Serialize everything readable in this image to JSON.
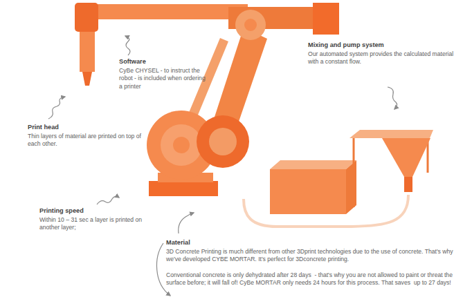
{
  "diagram": {
    "labels": [
      "Software",
      "CyBe CHYSEL - to instruct the robot - is included when ordering a printer",
      "Mixing and pump system",
      "Our automated system provides the calculated material with a constant flow.",
      "Print head",
      "Thin layers of material are printed on top of each other.",
      "Printing speed",
      "Within 10 – 31 sec a layer is printed on another layer;",
      "Material",
      "3D Concrete Printing is much different from other 3Dprint technologies due to the use of concrete. That's why we've developed CYBE MORTAR. It's perfect for 3Dconcrete printing.",
      "Conventional concrete is only dehydrated after 28 days  - that's why you are not allowed to paint or threat the surface before; it will fall of! CyBe MORTAR only needs 24 hours for this process. That saves  up to 27 days!"
    ]
  }
}
